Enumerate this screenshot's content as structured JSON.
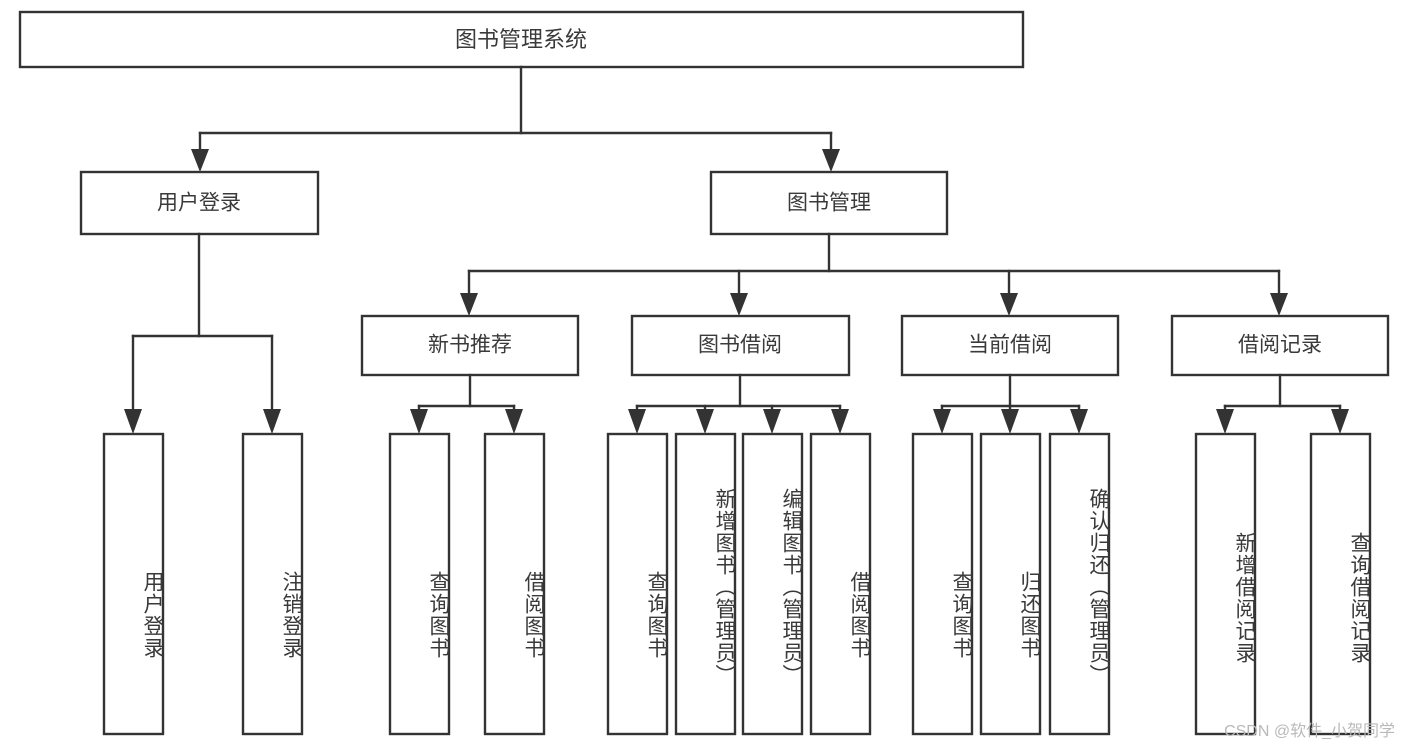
{
  "diagram": {
    "type": "tree",
    "title": "图书管理系统",
    "watermark": "CSDN @软件_小贺同学",
    "colors": {
      "stroke": "#333333",
      "fill": "#ffffff",
      "text": "#3a3a3a",
      "watermark": "#b9b9b9",
      "background": "#ffffff"
    },
    "root": {
      "label": "图书管理系统",
      "level": 0
    },
    "level1": [
      {
        "label": "用户登录"
      },
      {
        "label": "图书管理"
      }
    ],
    "level2": [
      {
        "label": "新书推荐",
        "parent": "图书管理"
      },
      {
        "label": "图书借阅",
        "parent": "图书管理"
      },
      {
        "label": "当前借阅",
        "parent": "图书管理"
      },
      {
        "label": "借阅记录",
        "parent": "图书管理"
      }
    ],
    "leaves": {
      "user_login": [
        {
          "label": "用户登录"
        },
        {
          "label": "注销登录"
        }
      ],
      "new_book": [
        {
          "label": "查询图书"
        },
        {
          "label": "借阅图书"
        }
      ],
      "borrow_book": [
        {
          "label": "查询图书"
        },
        {
          "label": "新增图书（管理员）"
        },
        {
          "label": "编辑图书（管理员）"
        },
        {
          "label": "借阅图书"
        }
      ],
      "current_borrow": [
        {
          "label": "查询图书"
        },
        {
          "label": "归还图书"
        },
        {
          "label": "确认归还（管理员）"
        }
      ],
      "borrow_record": [
        {
          "label": "新增借阅记录"
        },
        {
          "label": "查询借阅记录"
        }
      ]
    }
  }
}
